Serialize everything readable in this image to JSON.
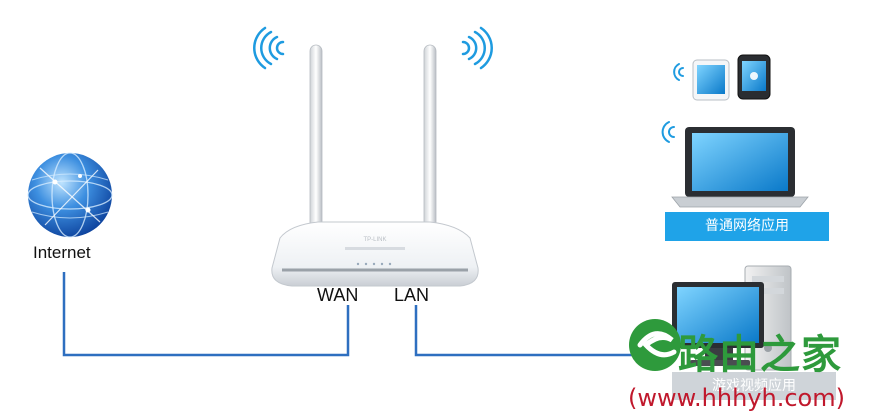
{
  "diagram": {
    "internet_label": "Internet",
    "wan_label": "WAN",
    "lan_label": "LAN",
    "normal_app_label": "普通网络应用",
    "game_app_label": "游戏视频应用",
    "router_brand": "TP-LINK"
  },
  "watermark": {
    "text_cn": "路由之家",
    "url": "(www.hhhyh.com)"
  },
  "colors": {
    "cable": "#2e6fc0",
    "wifi_waves": "#1e9be0",
    "app_box": "#1fa3e8",
    "watermark_green": "#2e9a3c",
    "watermark_red": "#c0182c"
  }
}
